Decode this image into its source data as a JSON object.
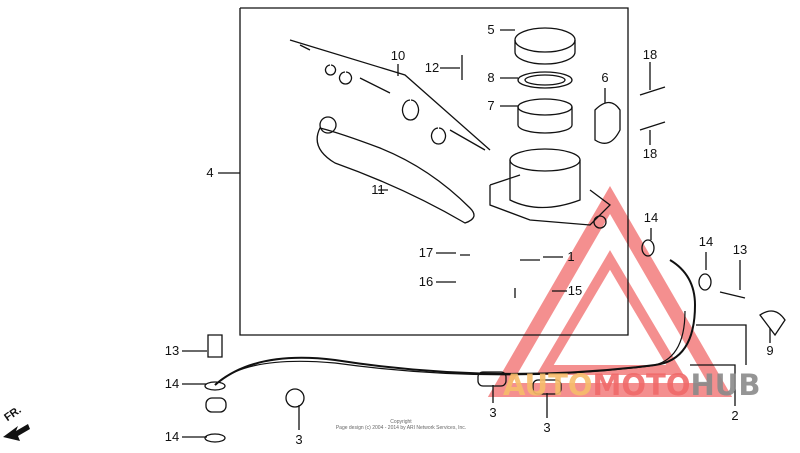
{
  "diagram": {
    "callouts": [
      "5",
      "8",
      "7",
      "6",
      "10",
      "12",
      "18",
      "18",
      "4",
      "11",
      "14",
      "17",
      "1",
      "14",
      "13",
      "16",
      "15",
      "13",
      "14",
      "9",
      "2",
      "3",
      "3",
      "3",
      "14"
    ],
    "direction_label": "FR.",
    "copyright": {
      "line1": "Copyright",
      "line2": "Page design (c) 2004 - 2014 by ARI Network Services, Inc."
    },
    "watermark": {
      "part1": "AUTO",
      "part2": "MOTO",
      "part3": "HUB",
      "colors": [
        "#f7bd6b",
        "#f06a6a",
        "#8a8a8a"
      ]
    }
  }
}
